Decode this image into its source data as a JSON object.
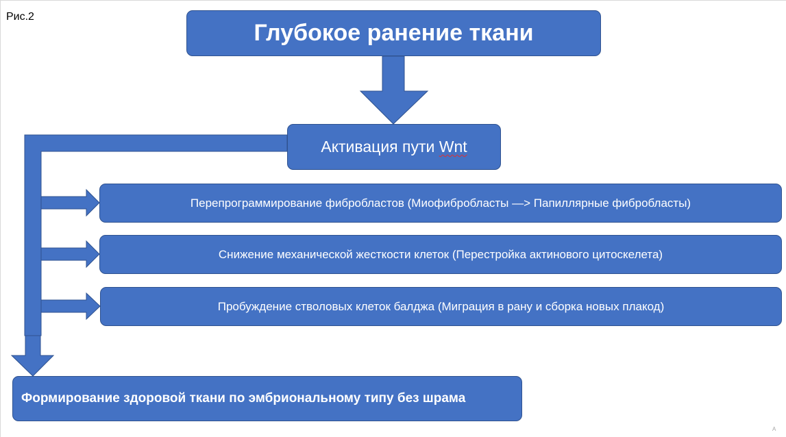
{
  "figure_label": "Рис.2",
  "nodes": {
    "title": "Глубокое ранение ткани",
    "activation_prefix": "Активация пути ",
    "activation_keyword": "Wnt",
    "steps": [
      "Перепрограммирование фибробластов (Миофибробласты —> Папиллярные фибробласты)",
      "Снижение механической жесткости клеток (Перестройка актинового цитоскелета)",
      "Пробуждение стволовых клеток балджа (Миграция в рану и сборка новых плакод)"
    ],
    "result": "Формирование здоровой ткани по эмбриональному типу без шрама"
  },
  "colors": {
    "box_fill": "#4472c4",
    "box_border": "#2f528f",
    "box_text": "#ffffff",
    "connector_fill": "#4472c4",
    "connector_stroke": "#2f528f",
    "spellcheck_underline": "#e03030"
  },
  "corner_mark": "A"
}
